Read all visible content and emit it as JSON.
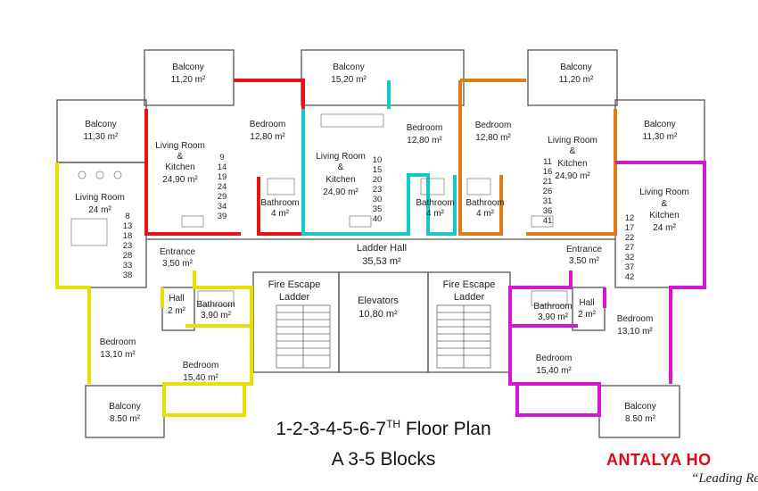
{
  "rooms": {
    "balcony_tl": "Balcony",
    "balcony_tl_area": "11,20 m²",
    "balcony_tc": "Balcony",
    "balcony_tc_area": "15,20 m²",
    "balcony_tr": "Balcony",
    "balcony_tr_area": "11,20 m²",
    "balcony_l": "Balcony",
    "balcony_l_area": "11,30 m²",
    "balcony_r": "Balcony",
    "balcony_r_area": "11,30 m²",
    "balcony_bl": "Balcony",
    "balcony_bl_area": "8.50 m²",
    "balcony_br": "Balcony",
    "balcony_br_area": "8.50 m²",
    "living_l": "Living Room",
    "living_l_area": "24 m²",
    "living_red_1": "Living Room",
    "living_red_2": "&",
    "living_red_3": "Kitchen",
    "living_red_area": "24,90 m²",
    "living_cyan_1": "Living Room",
    "living_cyan_2": "&",
    "living_cyan_3": "Kitchen",
    "living_cyan_area": "24,90 m²",
    "living_orange_1": "Living Room",
    "living_orange_2": "&",
    "living_orange_3": "Kitchen",
    "living_orange_area": "24,90 m²",
    "living_r_1": "Living Room",
    "living_r_2": "&",
    "living_r_3": "Kitchen",
    "living_r_area": "24 m²",
    "bed_red": "Bedroom",
    "bed_red_area": "12,80 m²",
    "bed_cyan": "Bedroom",
    "bed_cyan_area": "12,80 m²",
    "bed_orange": "Bedroom",
    "bed_orange_area": "12,80 m²",
    "bed_yl": "Bedroom",
    "bed_yl_area": "13,10 m²",
    "bed_yc": "Bedroom",
    "bed_yc_area": "15,40 m²",
    "bed_mc": "Bedroom",
    "bed_mc_area": "15,40 m²",
    "bed_mr": "Bedroom",
    "bed_mr_area": "13,10 m²",
    "bath_red": "Bathroom",
    "bath_red_area": "4 m²",
    "bath_cyan": "Bathroom",
    "bath_cyan_area": "4 m²",
    "bath_orange": "Bathroom",
    "bath_orange_area": "4 m²",
    "bath_y": "Bathroom",
    "bath_y_area": "3,90 m²",
    "bath_m": "Bathroom",
    "bath_m_area": "3,90 m²",
    "entrance_l": "Entrance",
    "entrance_l_area": "3,50 m²",
    "entrance_r": "Entrance",
    "entrance_r_area": "3,50 m²",
    "hall_l": "Hall",
    "hall_l_area": "2 m²",
    "hall_r": "Hall",
    "hall_r_area": "2 m²",
    "ladder_hall": "Ladder Hall",
    "ladder_hall_area": "35,53 m²",
    "elevators": "Elevators",
    "elevators_area": "10,80 m²",
    "fire_l_1": "Fire Escape",
    "fire_l_2": "Ladder",
    "fire_r_1": "Fire Escape",
    "fire_r_2": "Ladder"
  },
  "unit_numbers": {
    "yellow": [
      "8",
      "13",
      "18",
      "23",
      "28",
      "33",
      "38"
    ],
    "red": [
      "9",
      "14",
      "19",
      "24",
      "29",
      "34",
      "39"
    ],
    "cyan": [
      "10",
      "15",
      "20",
      "23",
      "30",
      "35",
      "40"
    ],
    "orange": [
      "11",
      "16",
      "21",
      "26",
      "31",
      "36",
      "41"
    ],
    "magenta": [
      "12",
      "17",
      "22",
      "27",
      "32",
      "37",
      "42"
    ]
  },
  "title": {
    "line1_main": "1-2-3-4-5-6-7",
    "line1_sup": "TH",
    "line1_tail": " Floor Plan",
    "line2": "A 3-5 Blocks"
  },
  "brand": {
    "name": "ANTALYA HO",
    "slogan": "“Leading Rea"
  },
  "colors": {
    "yellow": "#e8e000",
    "red": "#ee1111",
    "cyan": "#17c6c6",
    "orange": "#e07a12",
    "magenta": "#d318d3",
    "wall": "#555555",
    "brand": "#e30613"
  }
}
